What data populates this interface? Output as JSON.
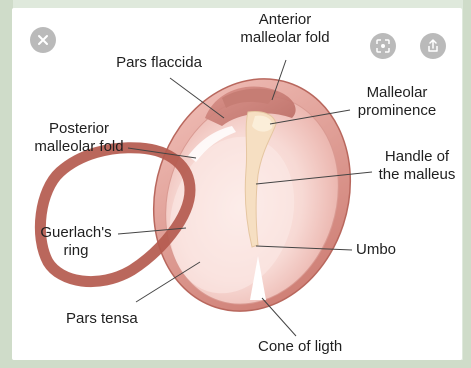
{
  "labels": {
    "anterior_malleolar_fold": [
      "Anterior",
      "malleolar fold"
    ],
    "pars_flaccida": "Pars flaccida",
    "malleolar_prominence": [
      "Malleolar",
      "prominence"
    ],
    "posterior_malleolar_fold": [
      "Posterior",
      "malleolar fold"
    ],
    "handle_of_malleus": [
      "Handle of",
      "the malleus"
    ],
    "guerlachs_ring": [
      "Guerlach's",
      "ring"
    ],
    "umbo": "Umbo",
    "pars_tensa": "Pars tensa",
    "cone_of_light": "Cone of ligth"
  },
  "controls": {
    "close": "close-icon",
    "lens": "lens-icon",
    "share": "share-icon"
  },
  "colors": {
    "membrane": "#f2c9c4",
    "rim": "#e9a9a2",
    "ring": "#b45a4e",
    "malleus": "#f6dfc2",
    "background": "#dfe9dc"
  }
}
